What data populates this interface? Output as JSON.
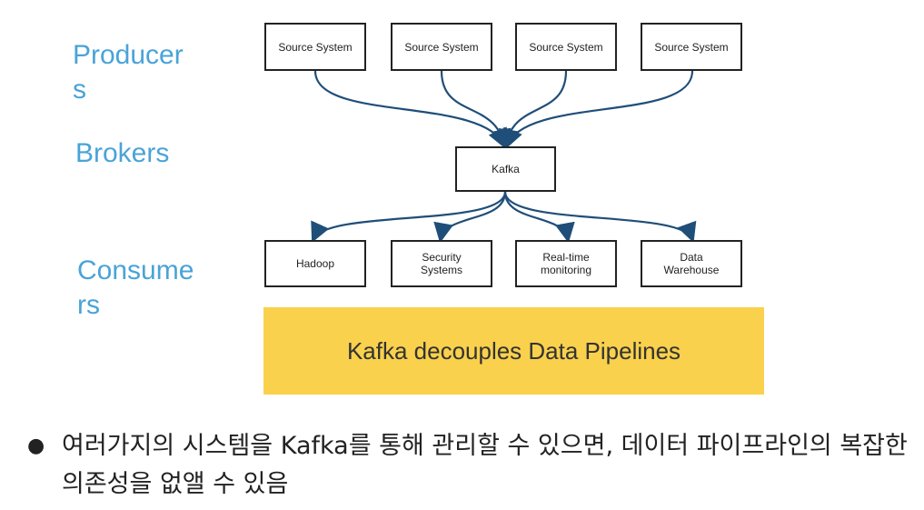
{
  "layers": {
    "producers": "Producer\ns",
    "brokers": "Brokers",
    "consumers": "Consume\nrs"
  },
  "producers": [
    "Source System",
    "Source System",
    "Source System",
    "Source System"
  ],
  "broker": "Kafka",
  "consumers": [
    "Hadoop",
    "Security\nSystems",
    "Real-time\nmonitoring",
    "Data\nWarehouse"
  ],
  "banner": "Kafka decouples Data Pipelines",
  "bullet": "여러가지의 시스템을 Kafka를 통해 관리할 수 있으면, 데이터 파이프라인의 복잡한 의존성을 없앨 수 있음",
  "colors": {
    "label": "#4aa3d8",
    "banner": "#f9d14c",
    "arrow": "#1f4e79"
  }
}
